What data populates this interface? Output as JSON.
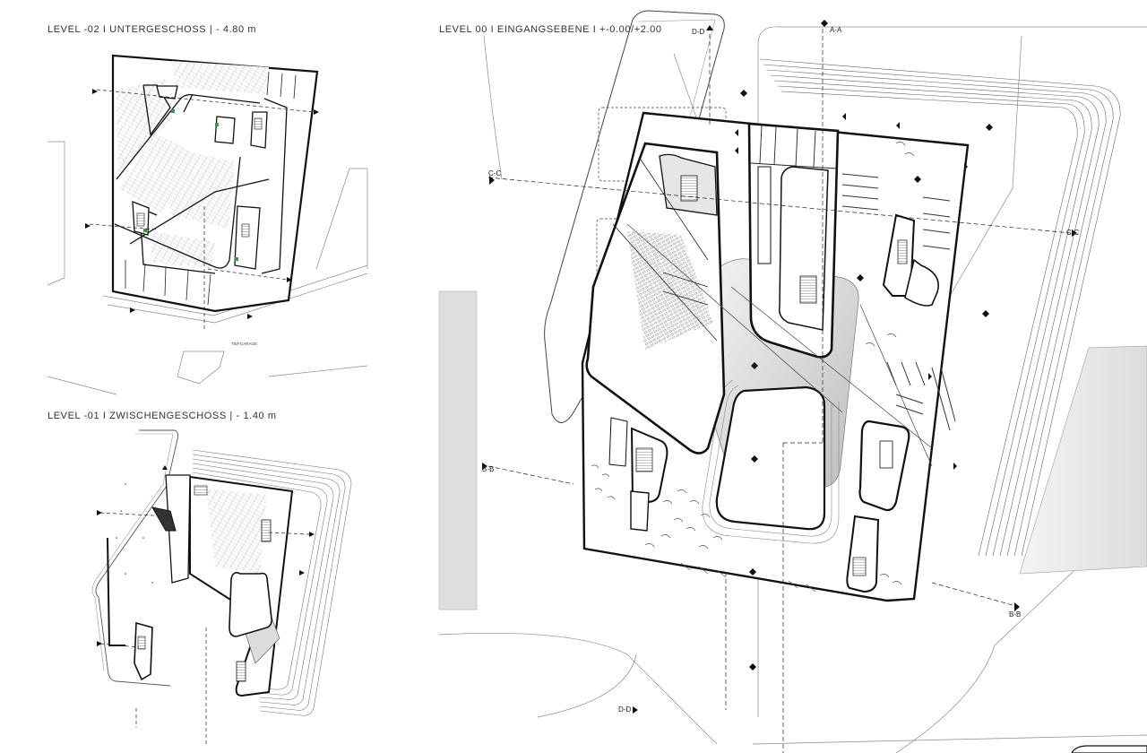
{
  "panels": {
    "level_m2": {
      "title": "LEVEL -02 I UNTERGESCHOSS | - 4.80 m",
      "road_label_1": "TIEFGARAGE"
    },
    "level_m1": {
      "title": "LEVEL -01 I ZWISCHENGESCHOSS | - 1.40 m"
    },
    "level_00": {
      "title": "LEVEL 00 I EINGANGSEBENE I +-0.00/+2.00"
    }
  },
  "section_markers": {
    "aa": "A-A",
    "bb": "B-B",
    "cc": "C-C",
    "dd": "D-D"
  },
  "colors": {
    "ink": "#111111",
    "line": "#444444",
    "thin": "#8a8a8a",
    "paper": "#ffffff",
    "shade": "#d6d6d6",
    "shade_light": "#ececec"
  }
}
